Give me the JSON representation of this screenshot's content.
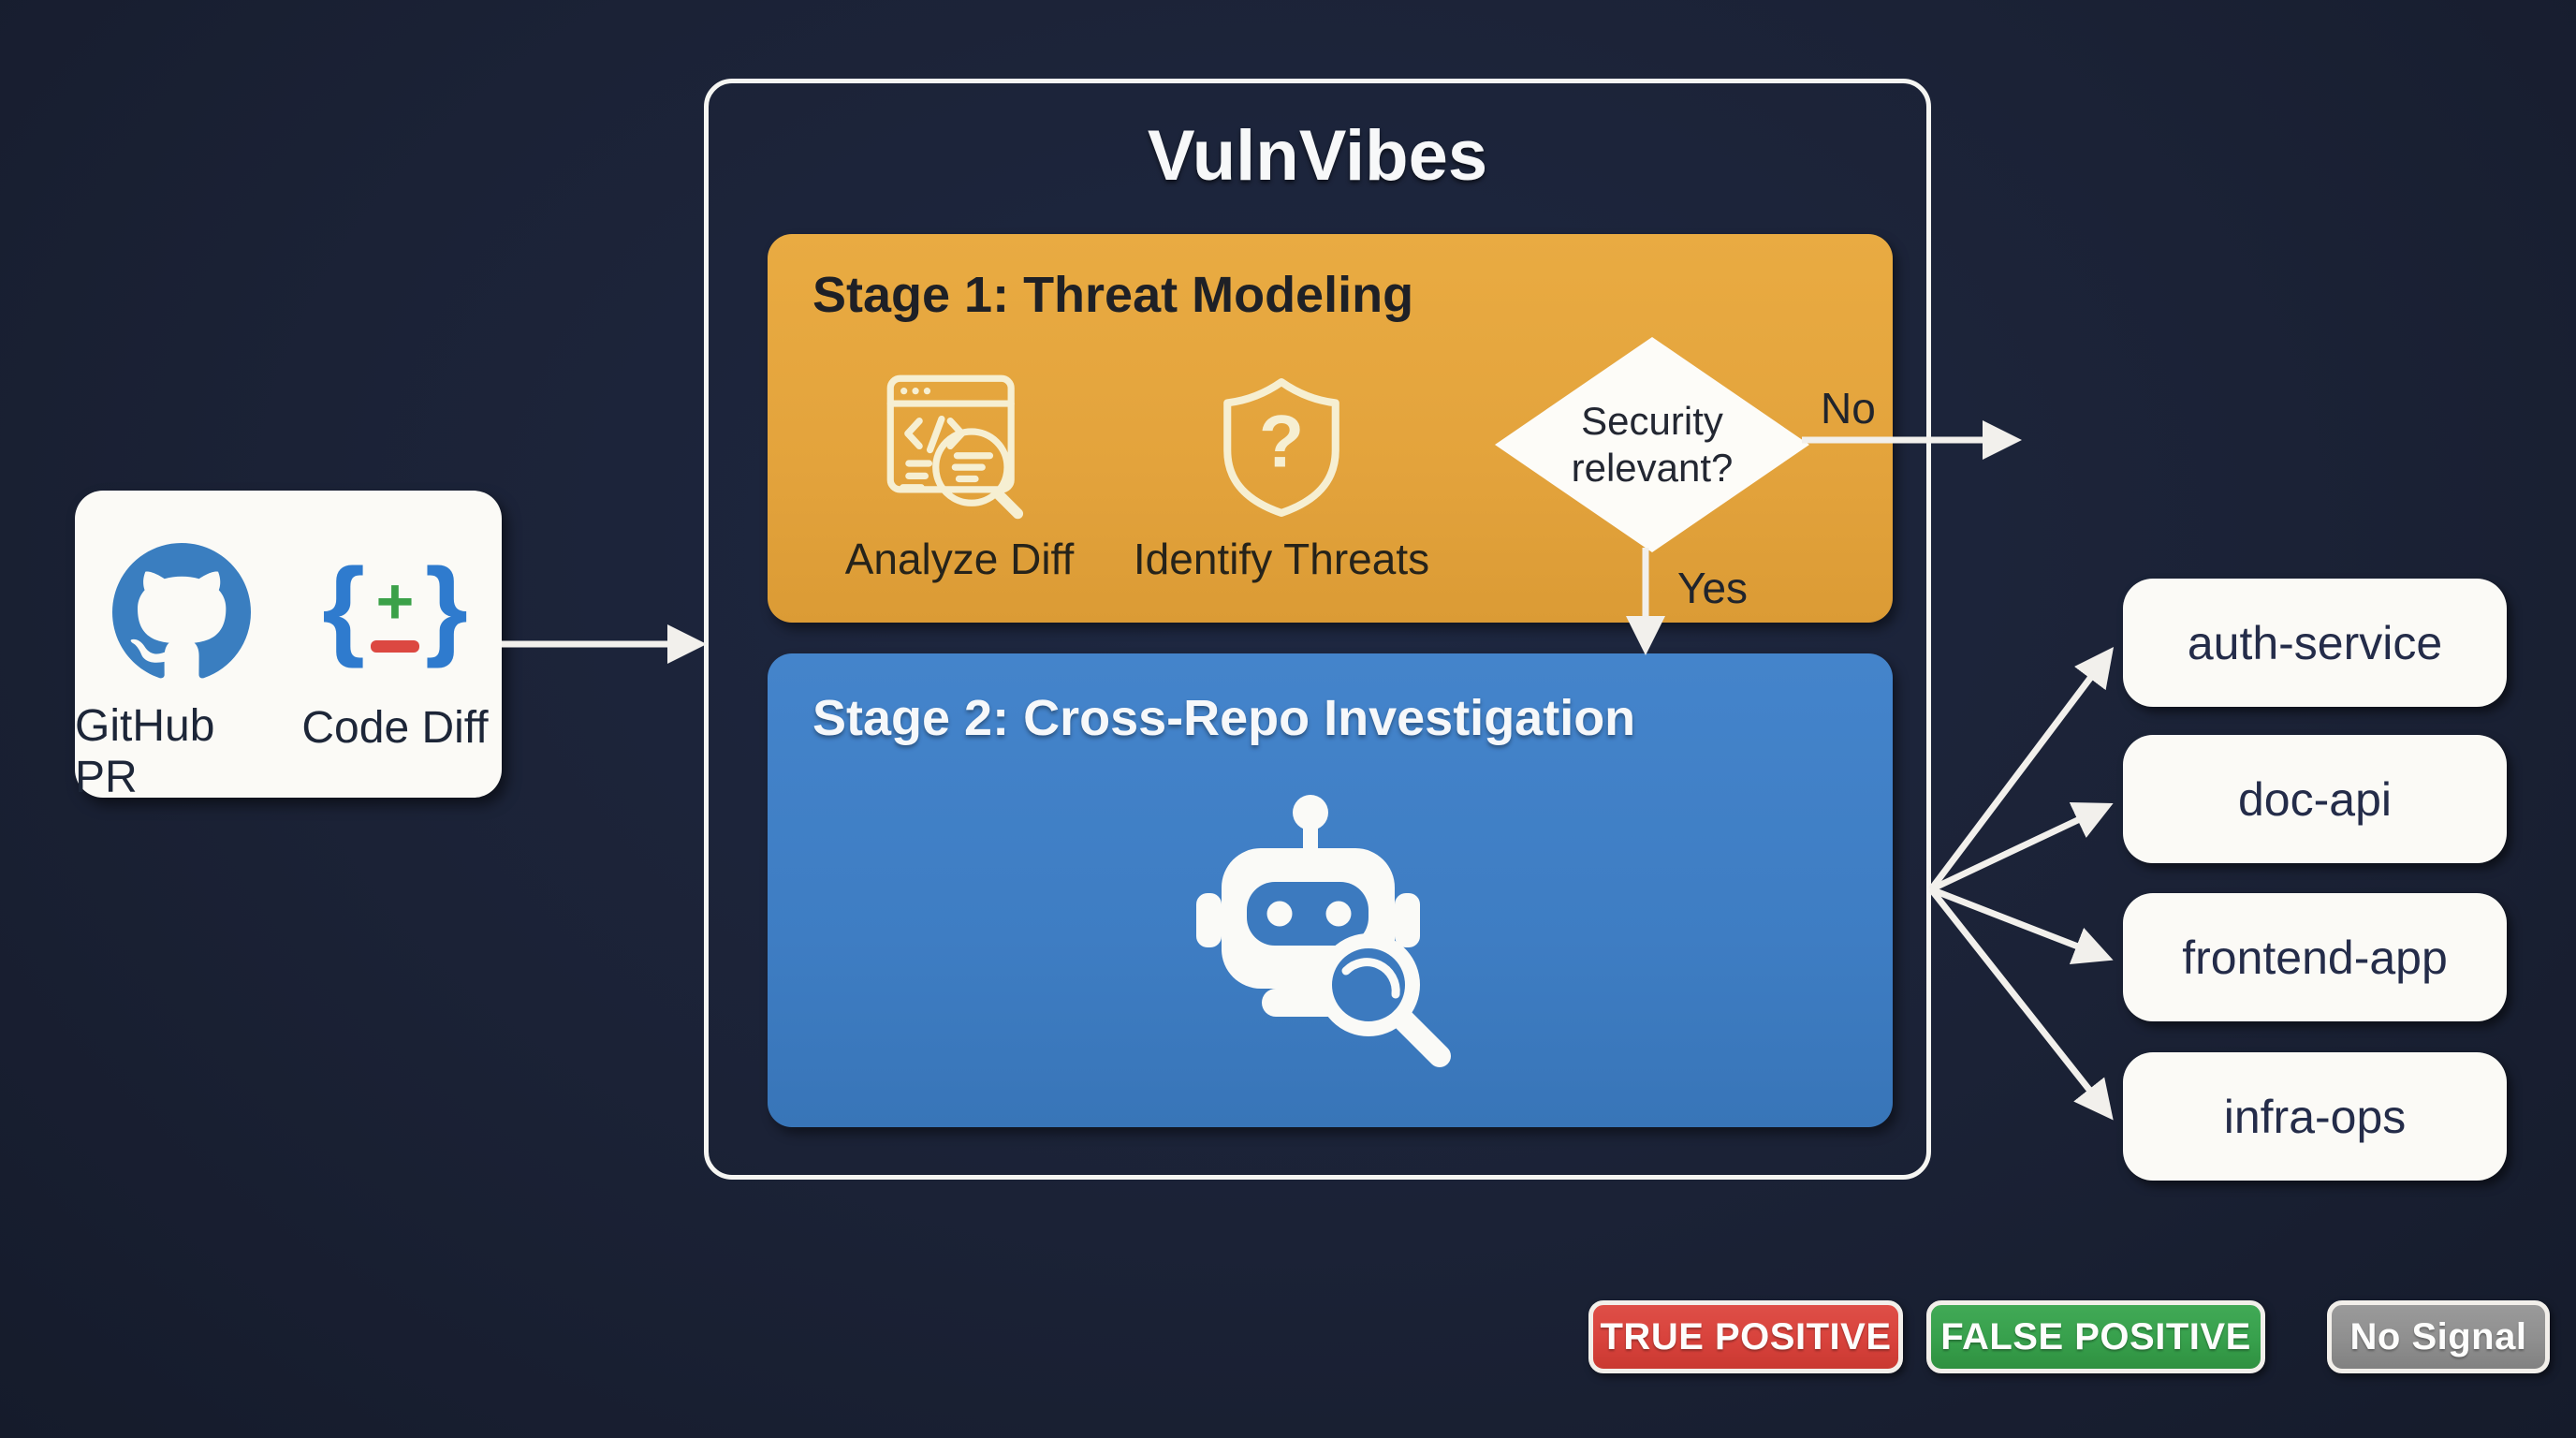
{
  "title": "VulnVibes",
  "input_card": {
    "items": [
      {
        "icon": "github-icon",
        "label": "GitHub PR"
      },
      {
        "icon": "code-diff-icon",
        "label": "Code Diff"
      }
    ]
  },
  "stage1": {
    "title": "Stage 1: Threat Modeling",
    "steps": [
      {
        "icon": "analyze-diff-icon",
        "label": "Analyze Diff"
      },
      {
        "icon": "shield-question-icon",
        "label": "Identify Threats"
      }
    ],
    "decision": {
      "question": "Security relevant?",
      "no_label": "No",
      "yes_label": "Yes"
    }
  },
  "stage2": {
    "title": "Stage 2: Cross-Repo Investigation",
    "icon": "robot-magnifier-icon"
  },
  "repos": {
    "items": [
      "auth-service",
      "doc-api",
      "frontend-app",
      "infra-ops"
    ]
  },
  "badges": {
    "items": [
      {
        "label": "TRUE POSITIVE",
        "color": "#D8423C"
      },
      {
        "label": "FALSE POSITIVE",
        "color": "#37A04C"
      },
      {
        "label": "No Signal",
        "color": "#8F8F8F"
      }
    ]
  },
  "colors": {
    "background": "#1B2236",
    "stage1_fill": "#E3A33C",
    "stage2_fill": "#3E7DC3",
    "card_fill": "#FBFAF6",
    "arrow": "#F2F0EC",
    "container_border": "#F5F5F2",
    "github_blue": "#3A7EC0",
    "diff_green": "#3BA149",
    "diff_red": "#DC4841"
  }
}
